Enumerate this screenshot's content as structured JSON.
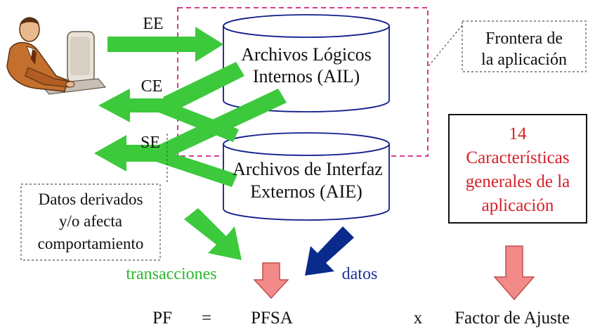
{
  "flows": {
    "ee_label": "EE",
    "ce_label": "CE",
    "se_label": "SE"
  },
  "boundary": {
    "label_line1": "Frontera de",
    "label_line2": "la aplicación"
  },
  "ail": {
    "line1": "Archivos Lógicos",
    "line2": "Internos (AIL)"
  },
  "aie": {
    "line1": "Archivos de Interfaz",
    "line2": "Externos (AIE)"
  },
  "derived_note": {
    "line1": "Datos derivados",
    "line2": "y/o afecta",
    "line3": "comportamiento"
  },
  "characteristics": {
    "line1": "14",
    "line2": "Características",
    "line3": "generales de la",
    "line4": "aplicación"
  },
  "labels": {
    "transacciones": "transacciones",
    "datos": "datos"
  },
  "formula": {
    "pf": "PF",
    "equals": "=",
    "pfsa": "PFSA",
    "times": "x",
    "factor": "Factor de Ajuste"
  },
  "colors": {
    "green": "#3cc93c",
    "navy": "#0a2a8c",
    "salmon": "#f28a8a",
    "red_text": "#d81f26",
    "blue_text": "#1f2f9c",
    "green_text": "#2fb52f",
    "boundary": "#d4237a",
    "cylinder": "#0f1d8a"
  },
  "icons": {
    "user": "user-at-computer-icon"
  }
}
